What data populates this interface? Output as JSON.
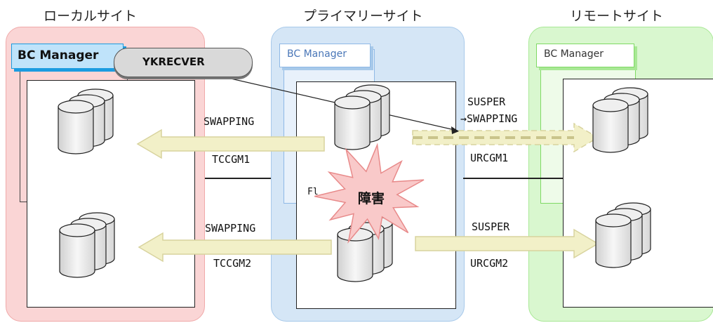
{
  "sites": {
    "local": {
      "title": "ローカルサイト",
      "bc_label": "BC Manager"
    },
    "primary": {
      "title": "プライマリーサイト",
      "bc_label": "BC Manager",
      "partial_label": "Fl"
    },
    "remote": {
      "title": "リモートサイト",
      "bc_label": "BC Manager"
    }
  },
  "command": {
    "label": "YKRECVER"
  },
  "failure": {
    "label": "障害"
  },
  "links": {
    "tc1": {
      "status": "SWAPPING",
      "group": "TCCGM1"
    },
    "tc2": {
      "status": "SWAPPING",
      "group": "TCCGM2"
    },
    "ur1": {
      "status_line1": "SUSPER",
      "status_line2": "→SWAPPING",
      "group": "URCGM1"
    },
    "ur2": {
      "status": "SUSPER",
      "group": "URCGM2"
    }
  },
  "colors": {
    "local_bg": "#fad5d5",
    "local_border": "#f0a9a9",
    "primary_bg": "#d5e6f6",
    "primary_border": "#a7c9ea",
    "remote_bg": "#d9f7cf",
    "remote_border": "#a8e895",
    "arrow_fill": "#f2f0c8",
    "arrow_stroke": "#d8d39e",
    "burst_fill": "#f9c9c9",
    "burst_stroke": "#e88a8a"
  }
}
